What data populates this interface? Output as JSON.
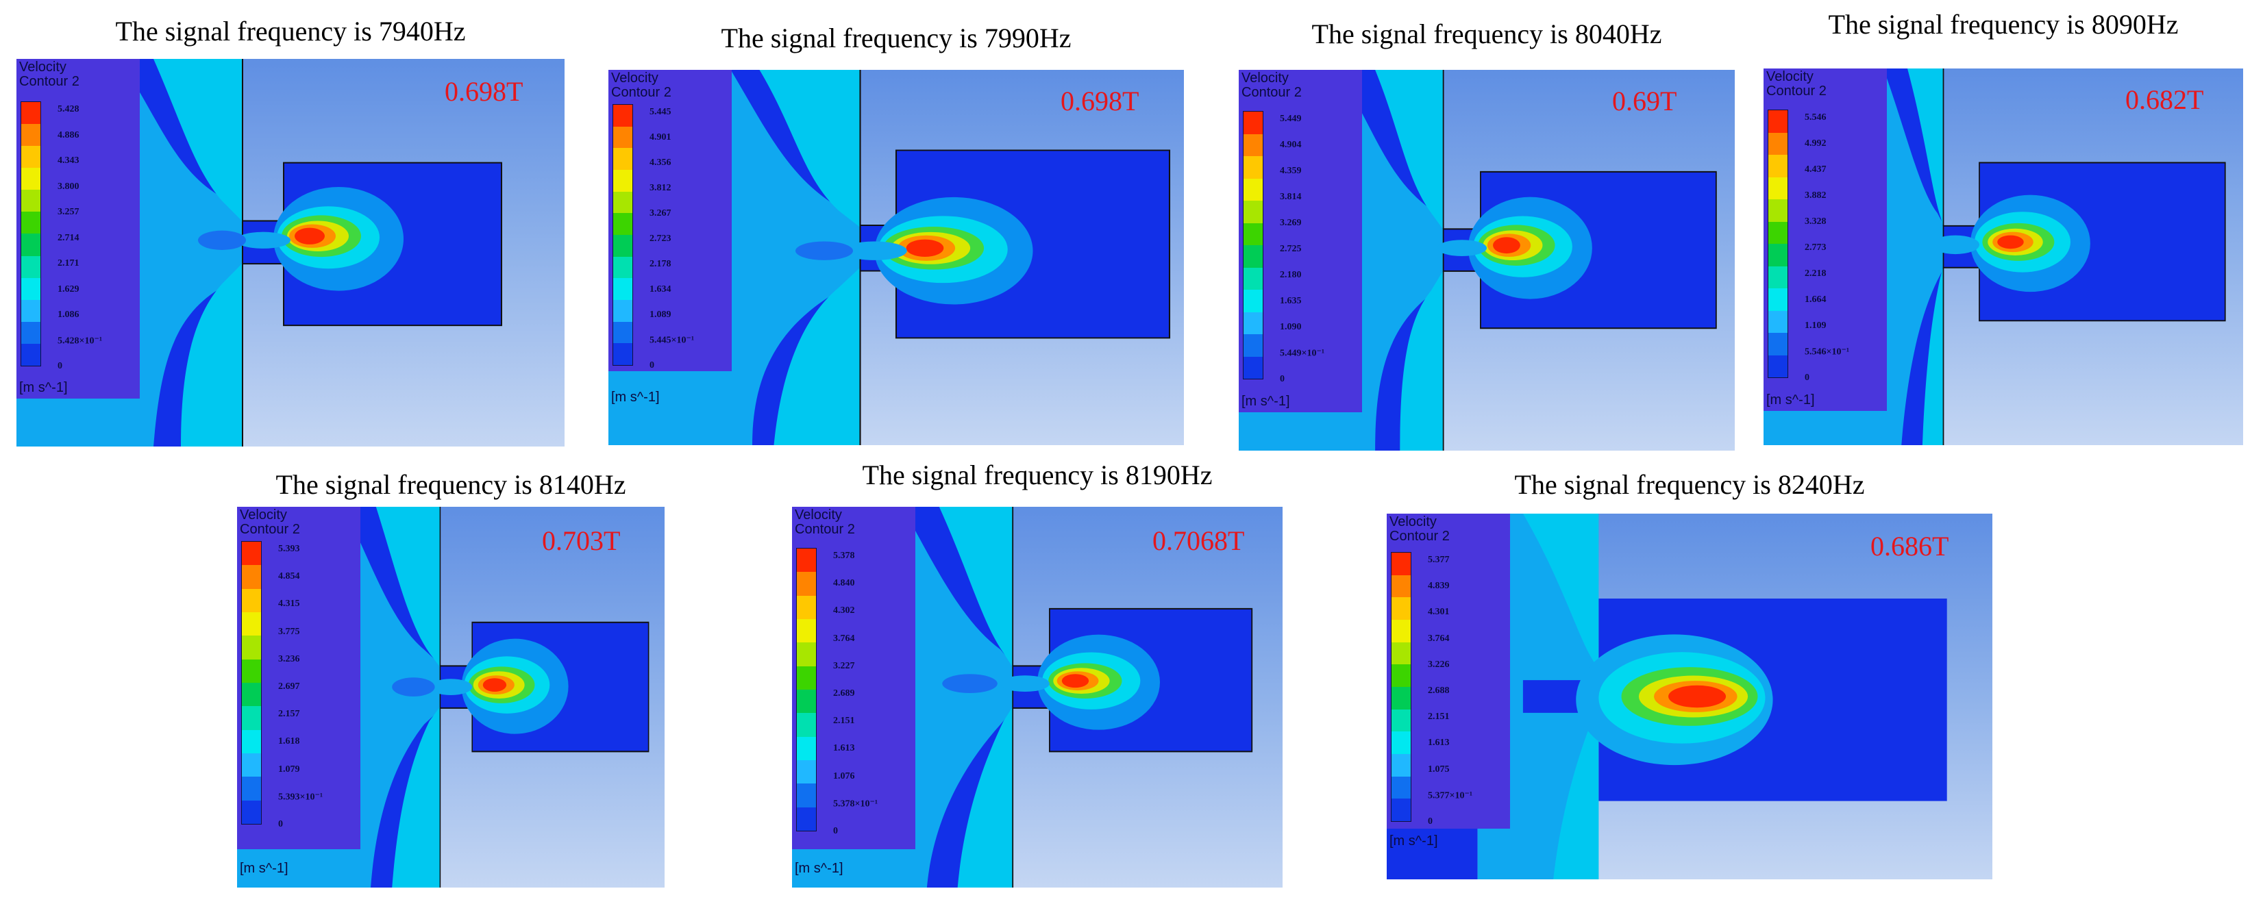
{
  "legend": {
    "title": [
      "Velocity",
      "Contour 2"
    ],
    "unit": "[m s^-1]",
    "colors": [
      "#ff2a00",
      "#ff8400",
      "#ffc800",
      "#f0f000",
      "#a8e600",
      "#3cd400",
      "#00cc55",
      "#00e0b0",
      "#00e8f0",
      "#20b8ff",
      "#1070f0",
      "#1038e8"
    ]
  },
  "panels": [
    {
      "caption": "The signal frequency is 7940Hz",
      "time": "0.698T",
      "ticks": [
        "5.428",
        "4.886",
        "4.343",
        "3.800",
        "3.257",
        "2.714",
        "2.171",
        "1.629",
        "1.086",
        "5.428×10⁻¹",
        "0"
      ]
    },
    {
      "caption": "The signal frequency is 7990Hz",
      "time": "0.698T",
      "ticks": [
        "5.445",
        "4.901",
        "4.356",
        "3.812",
        "3.267",
        "2.723",
        "2.178",
        "1.634",
        "1.089",
        "5.445×10⁻¹",
        "0"
      ]
    },
    {
      "caption": "The signal frequency is 8040Hz",
      "time": "0.69T",
      "ticks": [
        "5.449",
        "4.904",
        "4.359",
        "3.814",
        "3.269",
        "2.725",
        "2.180",
        "1.635",
        "1.090",
        "5.449×10⁻¹",
        "0"
      ]
    },
    {
      "caption": "The signal frequency is 8090Hz",
      "time": "0.682T",
      "ticks": [
        "5.546",
        "4.992",
        "4.437",
        "3.882",
        "3.328",
        "2.773",
        "2.218",
        "1.664",
        "1.109",
        "5.546×10⁻¹",
        "0"
      ]
    },
    {
      "caption": "The signal frequency is 8140Hz",
      "time": "0.703T",
      "ticks": [
        "5.393",
        "4.854",
        "4.315",
        "3.775",
        "3.236",
        "2.697",
        "2.157",
        "1.618",
        "1.079",
        "5.393×10⁻¹",
        "0"
      ]
    },
    {
      "caption": "The signal frequency is 8190Hz",
      "time": "0.7068T",
      "ticks": [
        "5.378",
        "4.840",
        "4.302",
        "3.764",
        "3.227",
        "2.689",
        "2.151",
        "1.613",
        "1.076",
        "5.378×10⁻¹",
        "0"
      ]
    },
    {
      "caption": "The signal frequency is 8240Hz",
      "time": "0.686T",
      "ticks": [
        "5.377",
        "4.839",
        "4.301",
        "3.764",
        "3.226",
        "2.688",
        "2.151",
        "1.613",
        "1.075",
        "5.377×10⁻¹",
        "0"
      ]
    }
  ]
}
